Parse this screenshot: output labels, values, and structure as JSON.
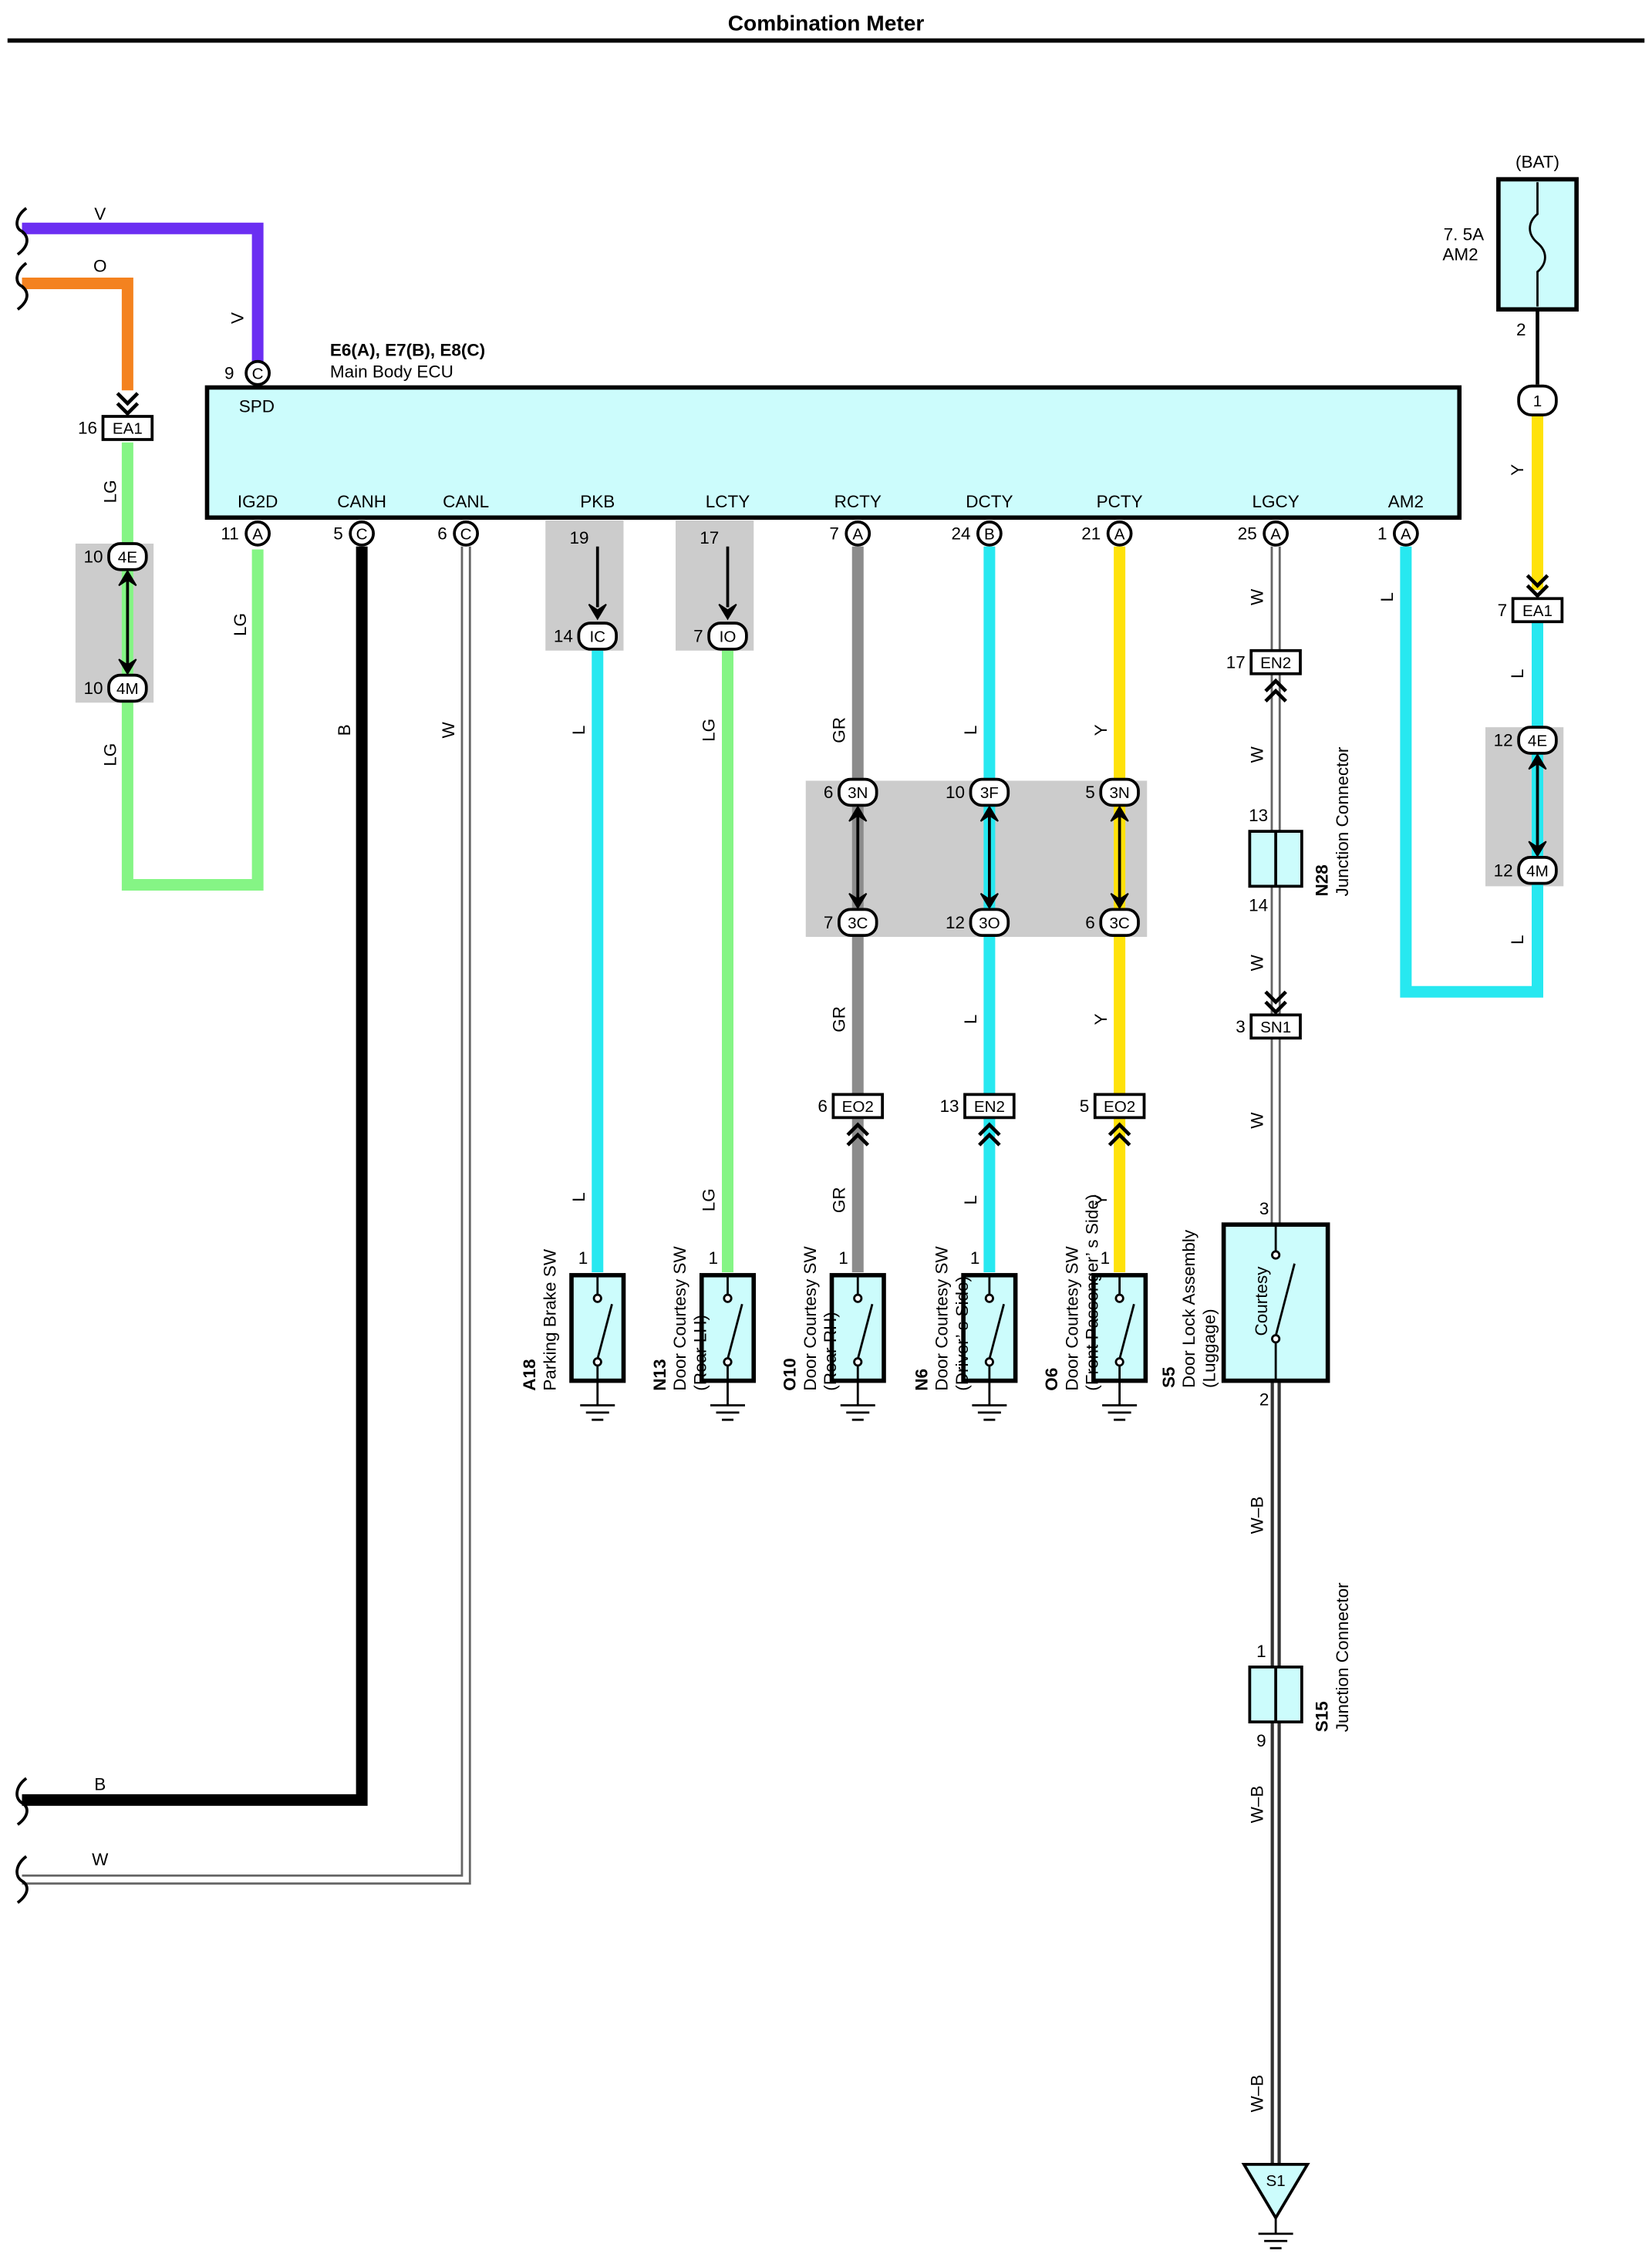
{
  "title": "Combination Meter",
  "colors": {
    "V": "#6b2ef2",
    "O": "#f4821f",
    "LG": "#85f585",
    "B": "#000000",
    "W": "#ffffff",
    "L": "#27e8f0",
    "GR": "#8c8c8c",
    "Y": "#ffe20a",
    "W-B": "#ffffff",
    "box_fill": "#ccfcfc",
    "grey_zone": "#cccccc"
  },
  "ecu": {
    "title": "E6(A), E7(B), E8(C)",
    "subtitle": "Main Body ECU",
    "spd_label": "SPD",
    "spd_pin": "9",
    "spd_conn": "C",
    "pins": [
      {
        "label": "IG2D",
        "pin": "11",
        "conn": "A"
      },
      {
        "label": "CANH",
        "pin": "5",
        "conn": "C"
      },
      {
        "label": "CANL",
        "pin": "6",
        "conn": "C"
      },
      {
        "label": "PKB",
        "pin": "19",
        "conn": ""
      },
      {
        "label": "LCTY",
        "pin": "17",
        "conn": ""
      },
      {
        "label": "RCTY",
        "pin": "7",
        "conn": "A"
      },
      {
        "label": "DCTY",
        "pin": "24",
        "conn": "B"
      },
      {
        "label": "PCTY",
        "pin": "21",
        "conn": "A"
      },
      {
        "label": "LGCY",
        "pin": "25",
        "conn": "A"
      },
      {
        "label": "AM2",
        "pin": "1",
        "conn": "A"
      }
    ]
  },
  "battery": {
    "label": "(BAT)",
    "fuse_rating": "7. 5A",
    "fuse_name": "AM2",
    "pin": "2",
    "junction": "1"
  },
  "connectors": {
    "ea1_left": {
      "pin": "16",
      "name": "EA1"
    },
    "ea1_right": {
      "pin": "7",
      "name": "EA1"
    },
    "left_4e": {
      "pin": "10",
      "name": "4E"
    },
    "left_4m": {
      "pin": "10",
      "name": "4M"
    },
    "right_4e": {
      "pin": "12",
      "name": "4E"
    },
    "right_4m": {
      "pin": "12",
      "name": "4M"
    },
    "ic": {
      "pin": "14",
      "name": "IC"
    },
    "io": {
      "pin": "7",
      "name": "IO"
    },
    "rcty_3n": {
      "pin": "6",
      "name": "3N"
    },
    "rcty_3c": {
      "pin": "7",
      "name": "3C"
    },
    "dcty_3f": {
      "pin": "10",
      "name": "3F"
    },
    "dcty_3o": {
      "pin": "12",
      "name": "3O"
    },
    "pcty_3n": {
      "pin": "5",
      "name": "3N"
    },
    "pcty_3c": {
      "pin": "6",
      "name": "3C"
    },
    "rcty_eo2": {
      "pin": "6",
      "name": "EO2"
    },
    "dcty_en2": {
      "pin": "13",
      "name": "EN2"
    },
    "pcty_eo2": {
      "pin": "5",
      "name": "EO2"
    },
    "lgcy_en2": {
      "pin": "17",
      "name": "EN2"
    },
    "lgcy_sn1": {
      "pin": "3",
      "name": "SN1"
    }
  },
  "junctions": {
    "n28": {
      "code": "N28",
      "name": "Junction Connector",
      "pin_top": "13",
      "pin_bottom": "14"
    },
    "s15": {
      "code": "S15",
      "name": "Junction Connector",
      "pin_top": "1",
      "pin_bottom": "9"
    }
  },
  "switches": [
    {
      "code": "A18",
      "name": "Parking Brake SW",
      "name2": "",
      "pin": "1"
    },
    {
      "code": "N13",
      "name": "Door Courtesy SW",
      "name2": "(Rear LH)",
      "pin": "1"
    },
    {
      "code": "O10",
      "name": "Door Courtesy SW",
      "name2": "(Rear RH)",
      "pin": "1"
    },
    {
      "code": "N6",
      "name": "Door Courtesy SW",
      "name2": "(Driver’ s Side)",
      "pin": "1"
    },
    {
      "code": "O6",
      "name": "Door Courtesy SW",
      "name2": "(Front Passenger’ s Side)",
      "pin": "1"
    }
  ],
  "door_lock": {
    "code": "S5",
    "name": "Door Lock Assembly",
    "name2": "(Luggage)",
    "inner": "Courtesy",
    "pin_top": "3",
    "pin_bottom": "2"
  },
  "ground": {
    "name": "S1"
  },
  "wire_labels": {
    "v": "V",
    "o": "O",
    "lg": "LG",
    "b": "B",
    "w": "W",
    "l": "L",
    "gr": "GR",
    "y": "Y",
    "wb": "W–B"
  }
}
